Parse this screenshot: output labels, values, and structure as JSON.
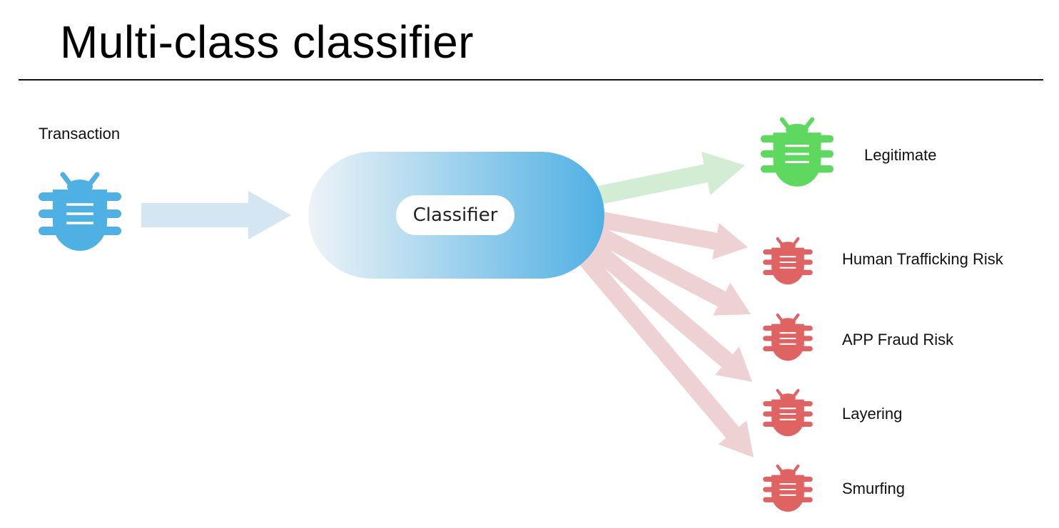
{
  "title": "Multi-class classifier",
  "input": {
    "label": "Transaction",
    "icon": "bug-icon",
    "color": "#4fb0e3"
  },
  "classifier": {
    "label": "Classifier",
    "gradient_start": "#eef3f7",
    "gradient_end": "#4fb0e3"
  },
  "outputs": [
    {
      "label": "Legitimate",
      "icon": "bug-icon",
      "color": "#5fd85f",
      "arrow_color": "#d3ecd4"
    },
    {
      "label": "Human Trafficking Risk",
      "icon": "bug-icon",
      "color": "#e06363",
      "arrow_color": "#eed2d3"
    },
    {
      "label": "APP Fraud Risk",
      "icon": "bug-icon",
      "color": "#e06363",
      "arrow_color": "#eed2d3"
    },
    {
      "label": "Layering",
      "icon": "bug-icon",
      "color": "#e06363",
      "arrow_color": "#eed2d3"
    },
    {
      "label": "Smurfing",
      "icon": "bug-icon",
      "color": "#e06363",
      "arrow_color": "#eed2d3"
    }
  ],
  "input_arrow_color": "#d3e6f2",
  "rule_color": "#111111"
}
